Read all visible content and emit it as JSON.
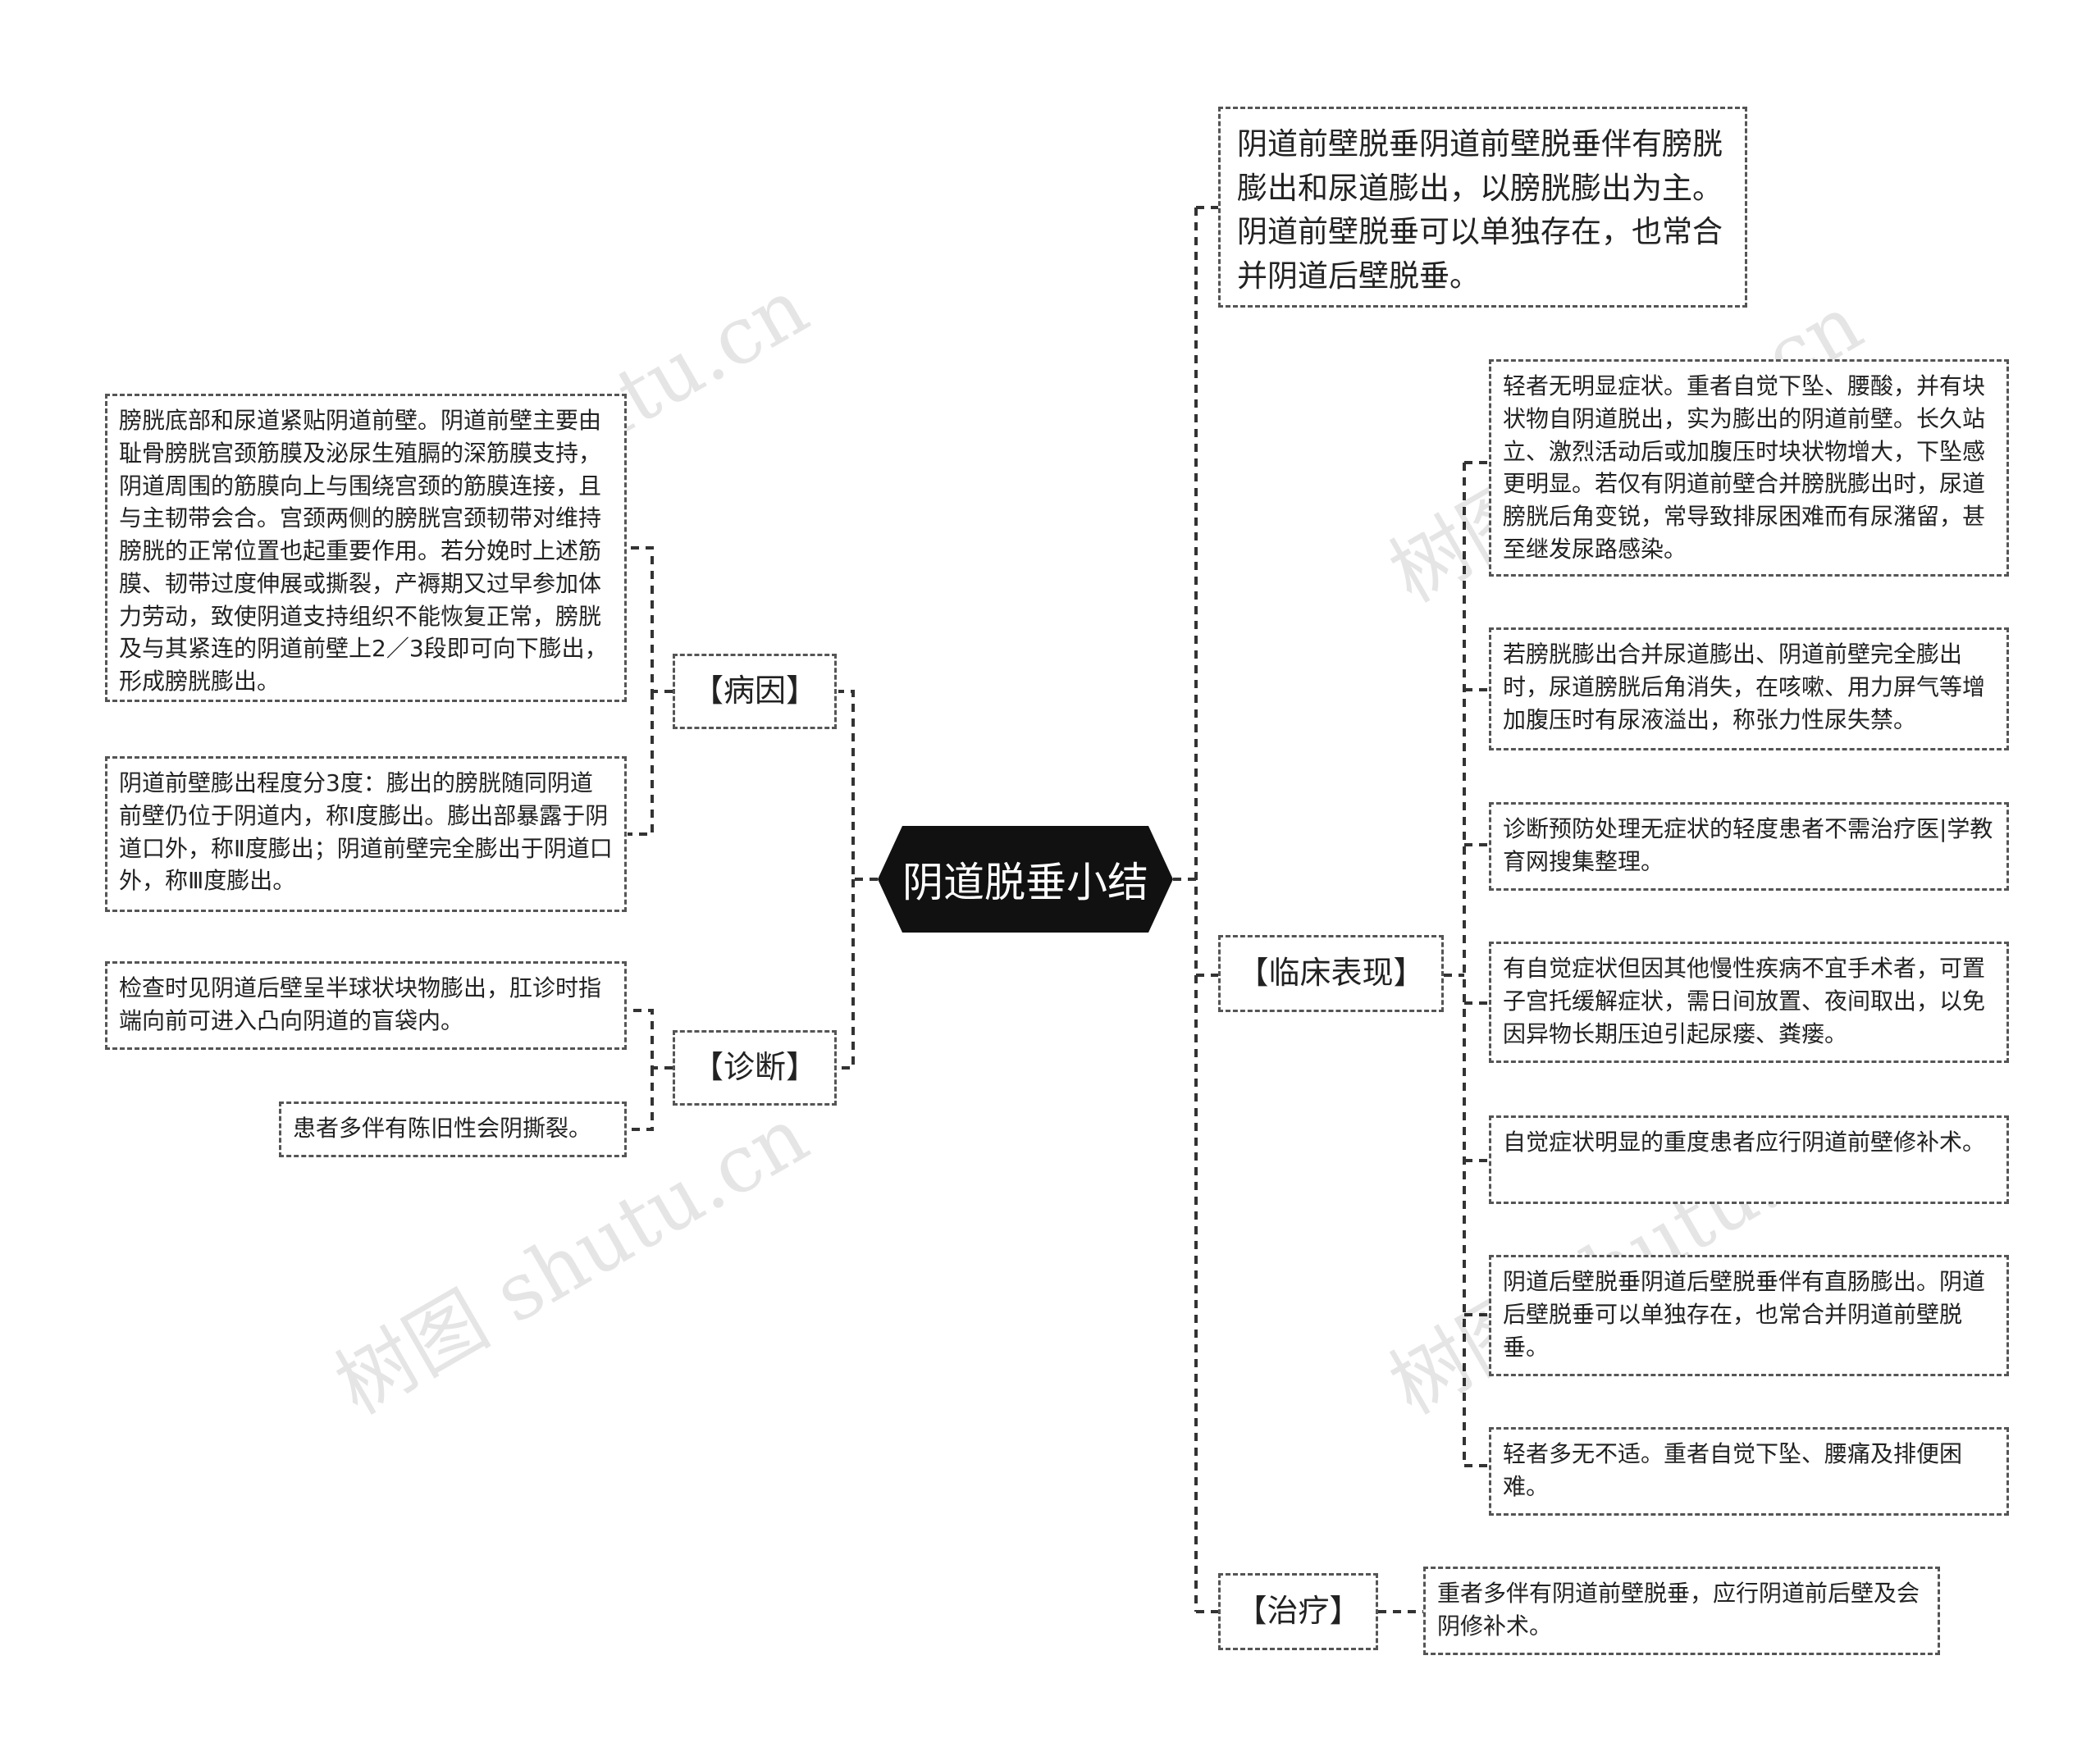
{
  "root": {
    "title": "阴道脱垂小结"
  },
  "watermark": "树图 shutu.cn",
  "branches": {
    "cause": {
      "label": "【病因】",
      "items": [
        "膀胱底部和尿道紧贴阴道前壁。阴道前壁主要由耻骨膀胱宫颈筋膜及泌尿生殖膈的深筋膜支持，阴道周围的筋膜向上与围绕宫颈的筋膜连接，且与主韧带会合。宫颈两侧的膀胱宫颈韧带对维持膀胱的正常位置也起重要作用。若分娩时上述筋膜、韧带过度伸展或撕裂，产褥期又过早参加体力劳动，致使阴道支持组织不能恢复正常，膀胱及与其紧连的阴道前壁上2／3段即可向下膨出，形成膀胱膨出。",
        "阴道前壁膨出程度分3度：膨出的膀胱随同阴道前壁仍位于阴道内，称Ⅰ度膨出。膨出部暴露于阴道口外，称Ⅱ度膨出；阴道前壁完全膨出于阴道口外，称Ⅲ度膨出。"
      ]
    },
    "diagnosis": {
      "label": "【诊断】",
      "items": [
        "检查时见阴道后壁呈半球状块物膨出，肛诊时指端向前可进入凸向阴道的盲袋内。",
        "患者多伴有陈旧性会阴撕裂。"
      ]
    },
    "intro": {
      "text": "阴道前壁脱垂阴道前壁脱垂伴有膀胱膨出和尿道膨出，以膀胱膨出为主。阴道前壁脱垂可以单独存在，也常合并阴道后壁脱垂。"
    },
    "clinical": {
      "label": "【临床表现】",
      "items": [
        "轻者无明显症状。重者自觉下坠、腰酸，并有块状物自阴道脱出，实为膨出的阴道前壁。长久站立、激烈活动后或加腹压时块状物增大，下坠感更明显。若仅有阴道前壁合并膀胱膨出时，尿道膀胱后角变锐，常导致排尿困难而有尿潴留，甚至继发尿路感染。",
        "若膀胱膨出合并尿道膨出、阴道前壁完全膨出时，尿道膀胱后角消失，在咳嗽、用力屏气等增加腹压时有尿液溢出，称张力性尿失禁。",
        "诊断预防处理无症状的轻度患者不需治疗医|学教育网搜集整理。",
        "有自觉症状但因其他慢性疾病不宜手术者，可置子宫托缓解症状，需日间放置、夜间取出，以免因异物长期压迫引起尿瘘、粪瘘。",
        "自觉症状明显的重度患者应行阴道前壁修补术。",
        "阴道后壁脱垂阴道后壁脱垂伴有直肠膨出。阴道后壁脱垂可以单独存在，也常合并阴道前壁脱垂。",
        "轻者多无不适。重者自觉下坠、腰痛及排便困难。"
      ]
    },
    "treatment": {
      "label": "【治疗】",
      "items": [
        "重者多伴有阴道前壁脱垂，应行阴道前后壁及会阴修补术。"
      ]
    }
  }
}
